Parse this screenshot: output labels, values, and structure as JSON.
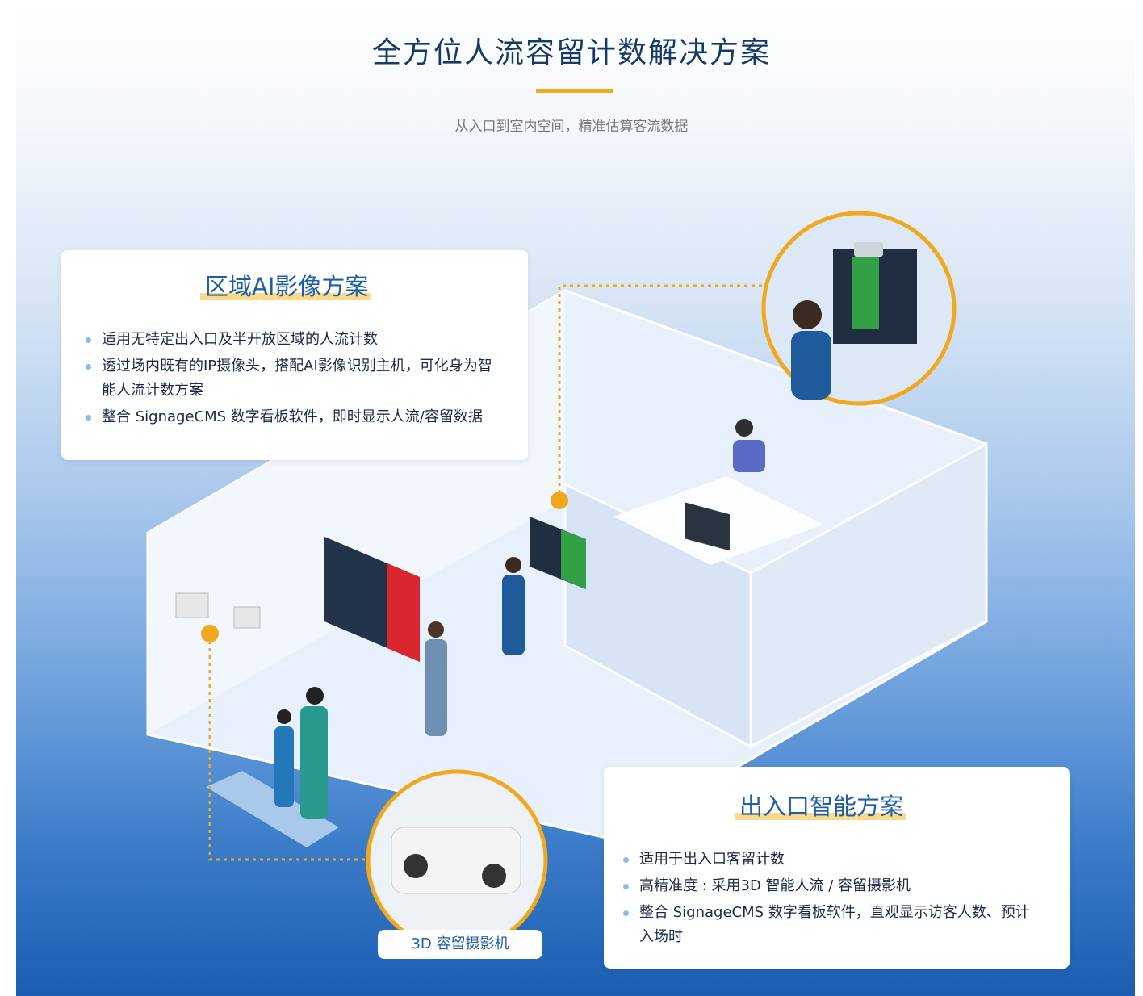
{
  "header": {
    "title": "全方位人流容留计数解决方案",
    "subtitle": "从入口到室内空间，精准估算客流数据"
  },
  "cards": [
    {
      "title": "区域AI影像方案",
      "bullets": [
        "适用无特定出入口及半开放区域的人流计数",
        "透过场内既有的IP摄像头，搭配AI影像识别主机，可化身为智能人流计数方案",
        "整合 SignageCMS 数字看板软件，即时显示人流/容留数据"
      ]
    },
    {
      "title": "出入口智能方案",
      "bullets": [
        "适用于出入口客留计数",
        "高精准度 : 采用3D 智能人流 / 容留摄影机",
        "整合 SignageCMS 数字看板软件，直观显示访客人数、预计入场时"
      ]
    }
  ],
  "camera_label": "3D 容留摄影机",
  "colors": {
    "accent": "#f2a81d",
    "title": "#163a66",
    "card_title": "#1d5ea6",
    "highlight": "#f9d98c"
  }
}
